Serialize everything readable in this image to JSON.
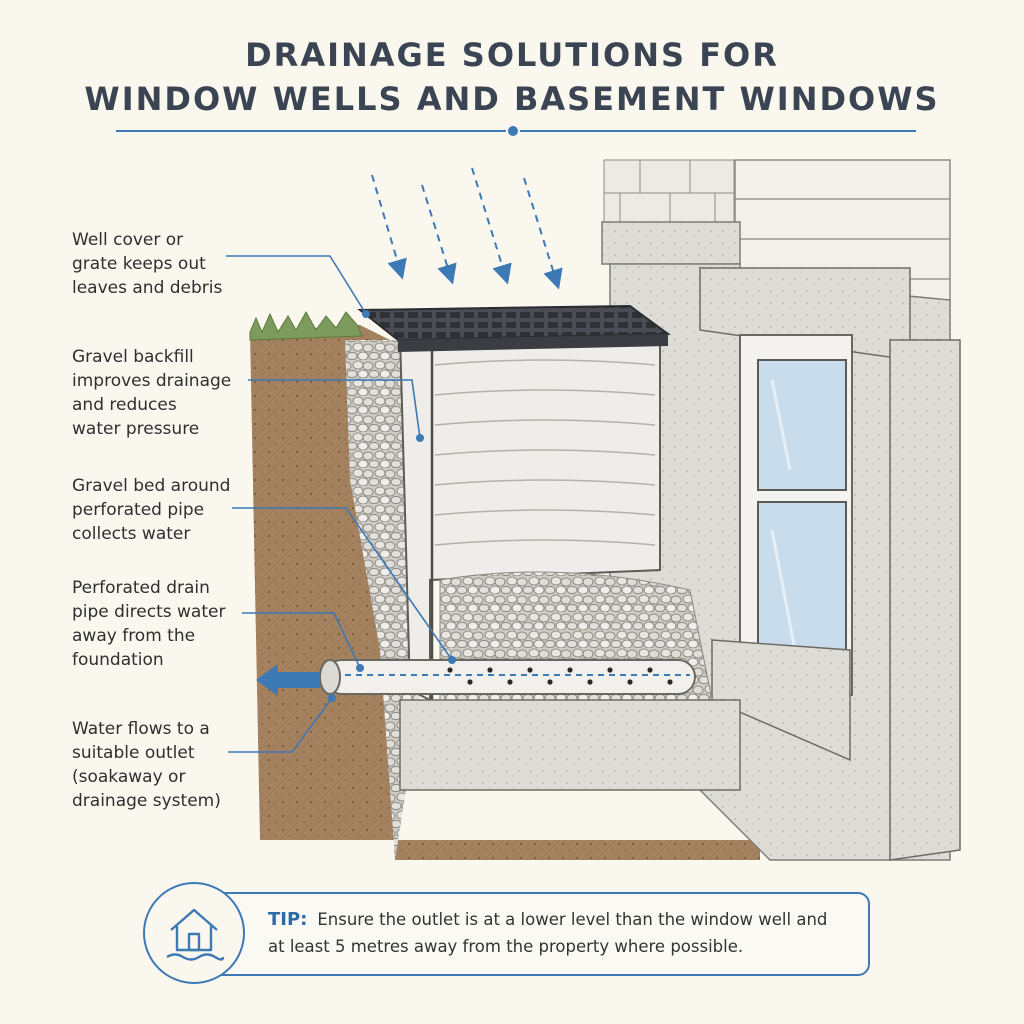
{
  "title": {
    "line1": "DRAINAGE SOLUTIONS FOR",
    "line2": "WINDOW WELLS AND BASEMENT WINDOWS"
  },
  "callouts": [
    {
      "text": "Well cover or\ngrate keeps out\nleaves and debris"
    },
    {
      "text": "Gravel backfill\nimproves drainage\nand reduces\nwater pressure"
    },
    {
      "text": "Gravel bed around\nperforated pipe\ncollects water"
    },
    {
      "text": "Perforated drain\npipe directs water\naway from the\nfoundation"
    },
    {
      "text": "Water flows to a\nsuitable outlet\n(soakaway or\ndrainage system)"
    }
  ],
  "tip": {
    "label": "TIP:",
    "text": "Ensure the outlet is at a lower level than the window well and at least 5 metres away from the property where possible.",
    "icon": "house-water-icon"
  },
  "colors": {
    "accent": "#3c79b5",
    "soil": "#9c7a58",
    "concrete": "#dcdad4",
    "glass": "#c9dcec"
  }
}
